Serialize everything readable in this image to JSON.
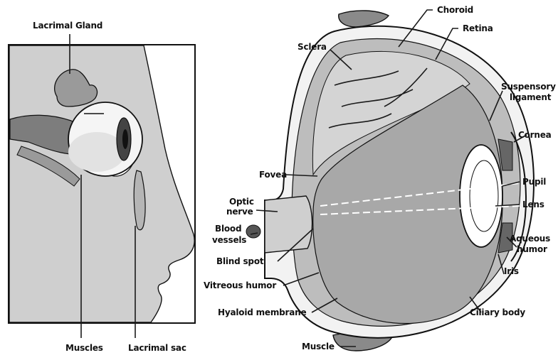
{
  "colors": {
    "background": "#ffffff",
    "head_shade": "#cfcfcf",
    "ink": "#111111",
    "sclera": "#f2f2f2",
    "choroid": "#bdbdbd",
    "vitreous": "#a8a8a8",
    "muscle": "#8a8a8a"
  },
  "left_figure": {
    "labels": {
      "lacrimal_gland": "Lacrimal Gland",
      "muscles": "Muscles",
      "lacrimal_sac": "Lacrimal sac"
    }
  },
  "right_figure": {
    "labels": {
      "choroid": "Choroid",
      "retina": "Retina",
      "sclera": "Sclera",
      "suspensory_ligament": [
        "Suspensory",
        "ligament"
      ],
      "cornea": "Cornea",
      "fovea": "Fovea",
      "pupil": "Pupil",
      "optic_nerve": [
        "Optic",
        "nerve"
      ],
      "lens": "Lens",
      "blood_vessels": [
        "Blood",
        "vessels"
      ],
      "aqueous_humor": [
        "Aqueous",
        "humor"
      ],
      "blind_spot": "Blind spot",
      "iris": "Iris",
      "vitreous_humor": "Vitreous humor",
      "hyaloid_membrane": "Hyaloid membrane",
      "ciliary_body": "Ciliary body",
      "muscle": "Muscle"
    }
  }
}
